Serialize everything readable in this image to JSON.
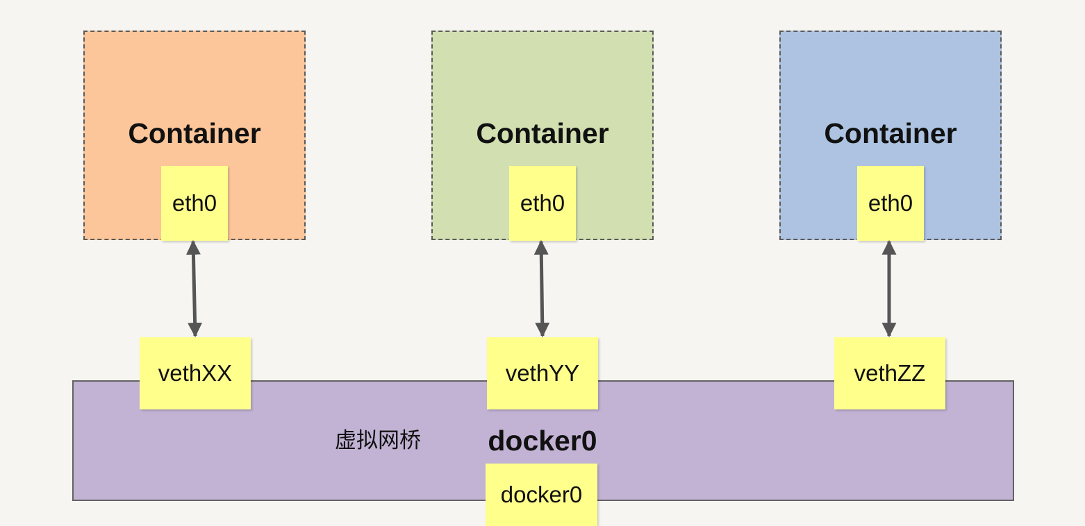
{
  "containers": [
    {
      "title": "Container",
      "interface": "eth0",
      "color": "#fcc69a"
    },
    {
      "title": "Container",
      "interface": "eth0",
      "color": "#d1dfb1"
    },
    {
      "title": "Container",
      "interface": "eth0",
      "color": "#adc3e1"
    }
  ],
  "veths": [
    "vethXX",
    "vethYY",
    "vethZZ"
  ],
  "bridge": {
    "label_cn": "虚拟网桥",
    "title": "docker0",
    "interface": "docker0",
    "color": "#c2b3d4"
  },
  "colors": {
    "sticky": "#ffff8c",
    "background": "#f6f5f1",
    "arrow": "#555555"
  }
}
